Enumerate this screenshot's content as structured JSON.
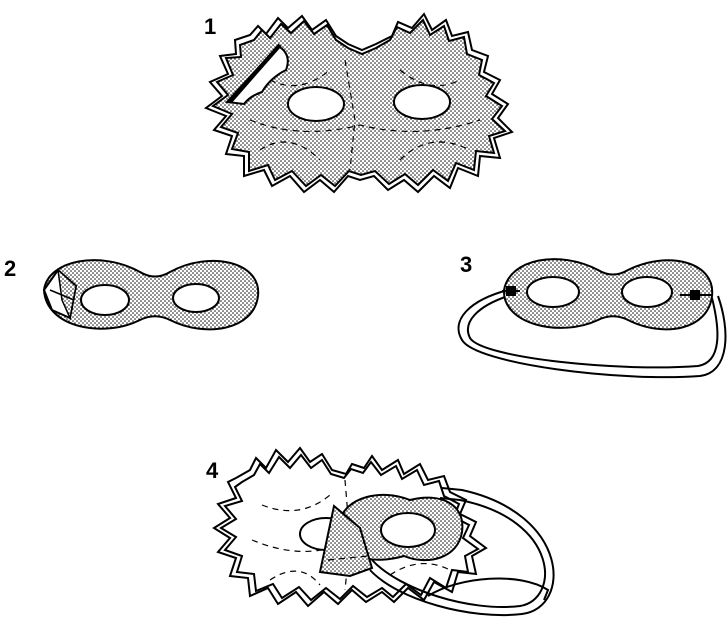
{
  "steps": [
    {
      "number": "1"
    },
    {
      "number": "2"
    },
    {
      "number": "3"
    },
    {
      "number": "4"
    }
  ],
  "colors": {
    "ink": "#000000",
    "paper": "#ffffff",
    "stipple": "#bdbdbd"
  },
  "icons": {
    "step1": "leaf-mask-with-cut-corner-icon",
    "step2": "plain-mask-with-folded-tab-icon",
    "step3": "mask-with-elastic-band-icon",
    "step4": "leaf-mask-assembly-icon"
  }
}
